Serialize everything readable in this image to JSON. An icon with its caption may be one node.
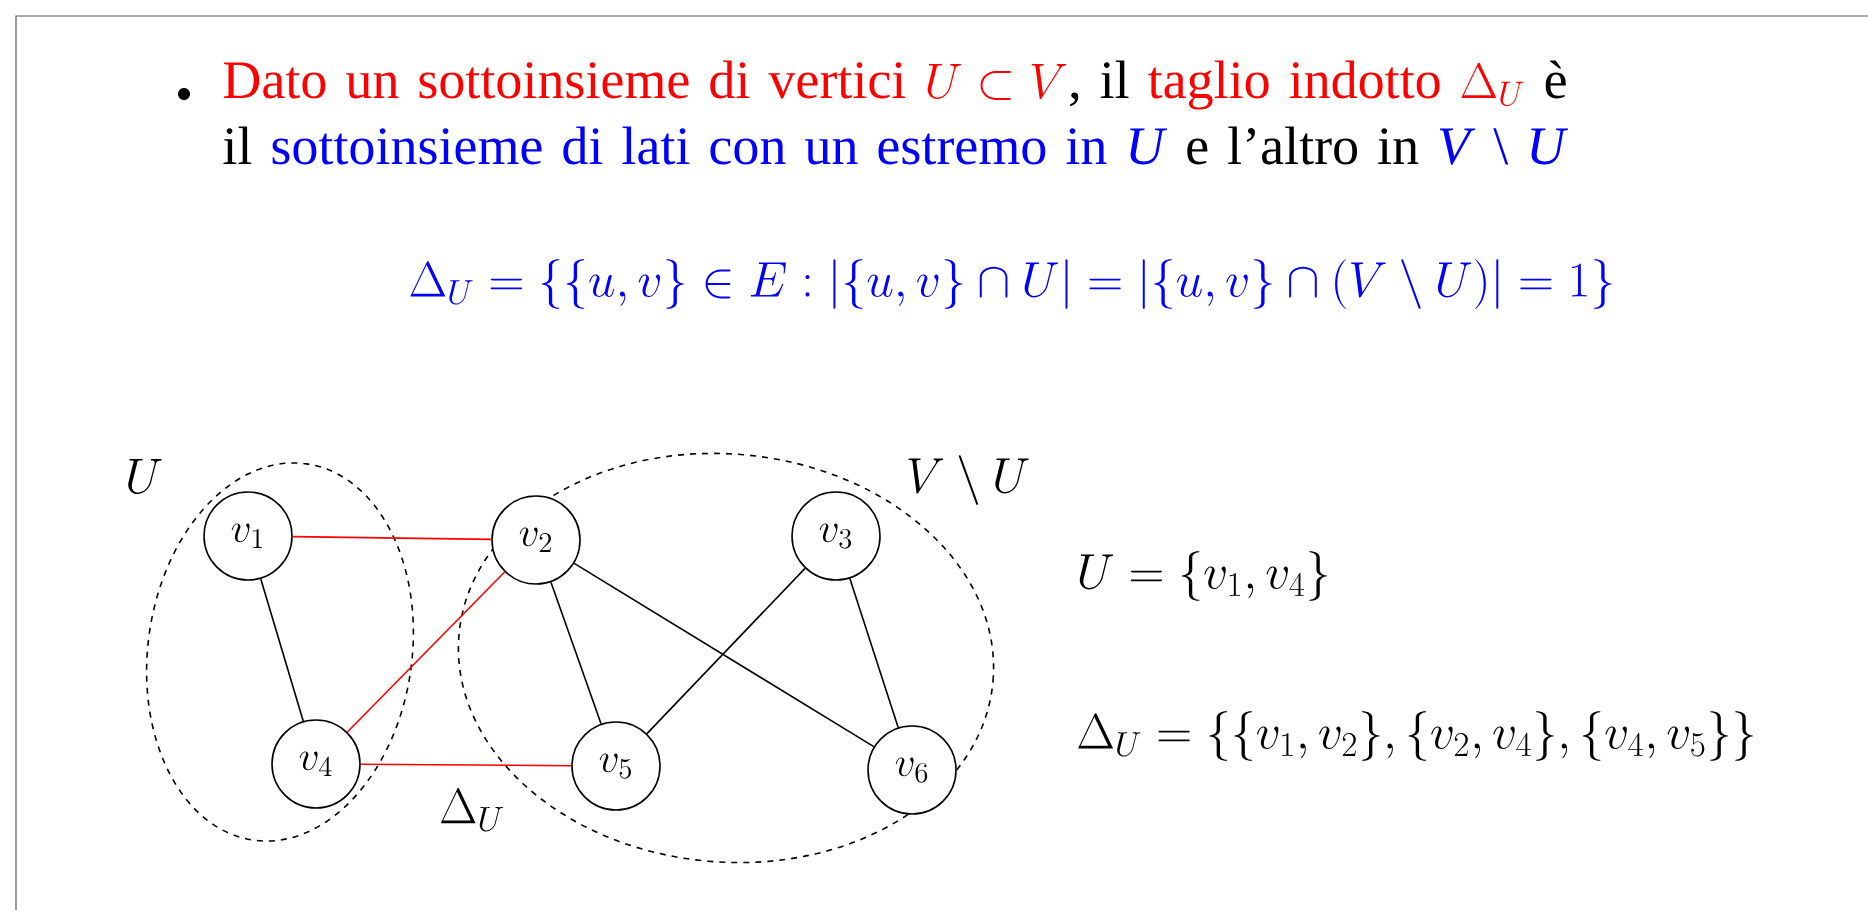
{
  "diagram": {
    "nodes": [
      {
        "text": [
          "U"
        ]
      },
      {
        "text": [
          "V \\setminus U"
        ]
      },
      {
        "text": [
          "v_{1}"
        ],
        "in": 0
      },
      {
        "text": [
          "v_{2}"
        ],
        "in": 1
      },
      {
        "text": [
          "v_{3}"
        ],
        "in": 1
      },
      {
        "text": [
          "v_{4}"
        ],
        "in": 0
      },
      {
        "text": [
          "v_{5}"
        ],
        "in": 1
      },
      {
        "text": [
          "v_{6}"
        ],
        "in": 1
      }
    ],
    "edges": [
      {
        "from": 2,
        "to": 3,
        "arrow": "none",
        "color": "#ff0000"
      },
      {
        "from": 2,
        "to": 5,
        "arrow": "none"
      },
      {
        "from": 5,
        "to": 3,
        "arrow": "none",
        "color": "#ff0000"
      },
      {
        "from": 5,
        "to": 6,
        "arrow": "none",
        "color": "#ff0000"
      },
      {
        "from": 3,
        "to": 6,
        "arrow": "none"
      },
      {
        "from": 3,
        "to": 7,
        "arrow": "none"
      },
      {
        "from": 4,
        "to": 6,
        "arrow": "none"
      },
      {
        "from": 4,
        "to": 7,
        "arrow": "none"
      }
    ],
    "labels": [
      "Dato un sottoinsieme di vertici",
      "U \\subset V",
      ", il",
      "taglio indotto",
      "\\Delta_U",
      "è",
      "il",
      "sottoinsieme di lati con un estremo in *U*",
      "e l’altro in",
      "*V* \\ *U*",
      "\\Delta_U = \\{\\{u,v\\} \\in E : |\\{u,v\\} \\cap U| = |\\{u,v\\} \\cap (V \\setminus U)| = 1\\}",
      "\\Delta_U",
      "U = \\{v_1, v_4\\}",
      "\\Delta_U = \\{\\{v_1,v_2\\},\\{v_2,v_4\\},\\{v_4,v_5\\}\\}"
    ]
  }
}
